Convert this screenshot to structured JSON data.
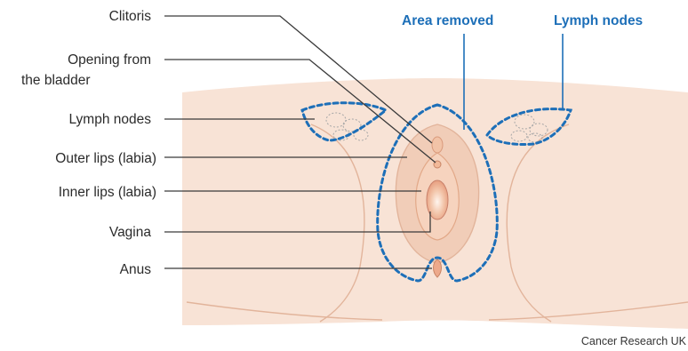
{
  "labels": {
    "clitoris": "Clitoris",
    "opening_line1": "Opening from",
    "opening_line2": "the bladder",
    "lymph_nodes_left": "Lymph nodes",
    "outer_lips": "Outer lips (labia)",
    "inner_lips": "Inner lips (labia)",
    "vagina": "Vagina",
    "anus": "Anus",
    "area_removed": "Area removed",
    "lymph_nodes_right": "Lymph nodes"
  },
  "credit": "Cancer Research UK",
  "colors": {
    "accent": "#1d6fb8",
    "skin": "#f8e3d6",
    "label": "#2b2b2b"
  }
}
